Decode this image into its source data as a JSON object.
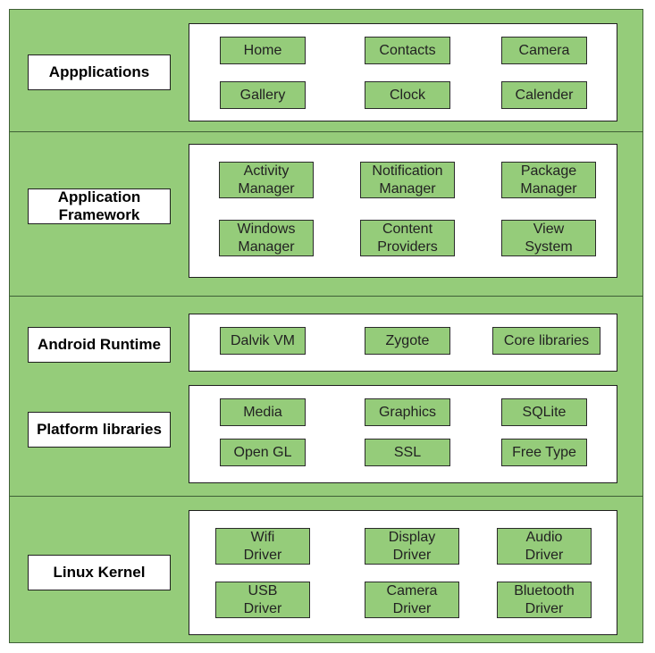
{
  "layers": [
    {
      "label": "Appplications",
      "boxes": [
        "Home",
        "Contacts",
        "Camera",
        "Gallery",
        "Clock",
        "Calender"
      ]
    },
    {
      "label": "Application\nFramework",
      "boxes": [
        "Activity\nManager",
        "Notification\nManager",
        "Package\nManager",
        "Windows\nManager",
        "Content\nProviders",
        "View\nSystem"
      ]
    },
    {
      "label": "Android Runtime",
      "boxes": [
        "Dalvik VM",
        "Zygote",
        "Core libraries"
      ]
    },
    {
      "label": "Platform libraries",
      "boxes": [
        "Media",
        "Graphics",
        "SQLite",
        "Open GL",
        "SSL",
        "Free Type"
      ]
    },
    {
      "label": "Linux Kernel",
      "boxes": [
        "Wifi\nDriver",
        "Display\nDriver",
        "Audio\nDriver",
        "USB\nDriver",
        "Camera\nDriver",
        "Bluetooth\nDriver"
      ]
    }
  ]
}
